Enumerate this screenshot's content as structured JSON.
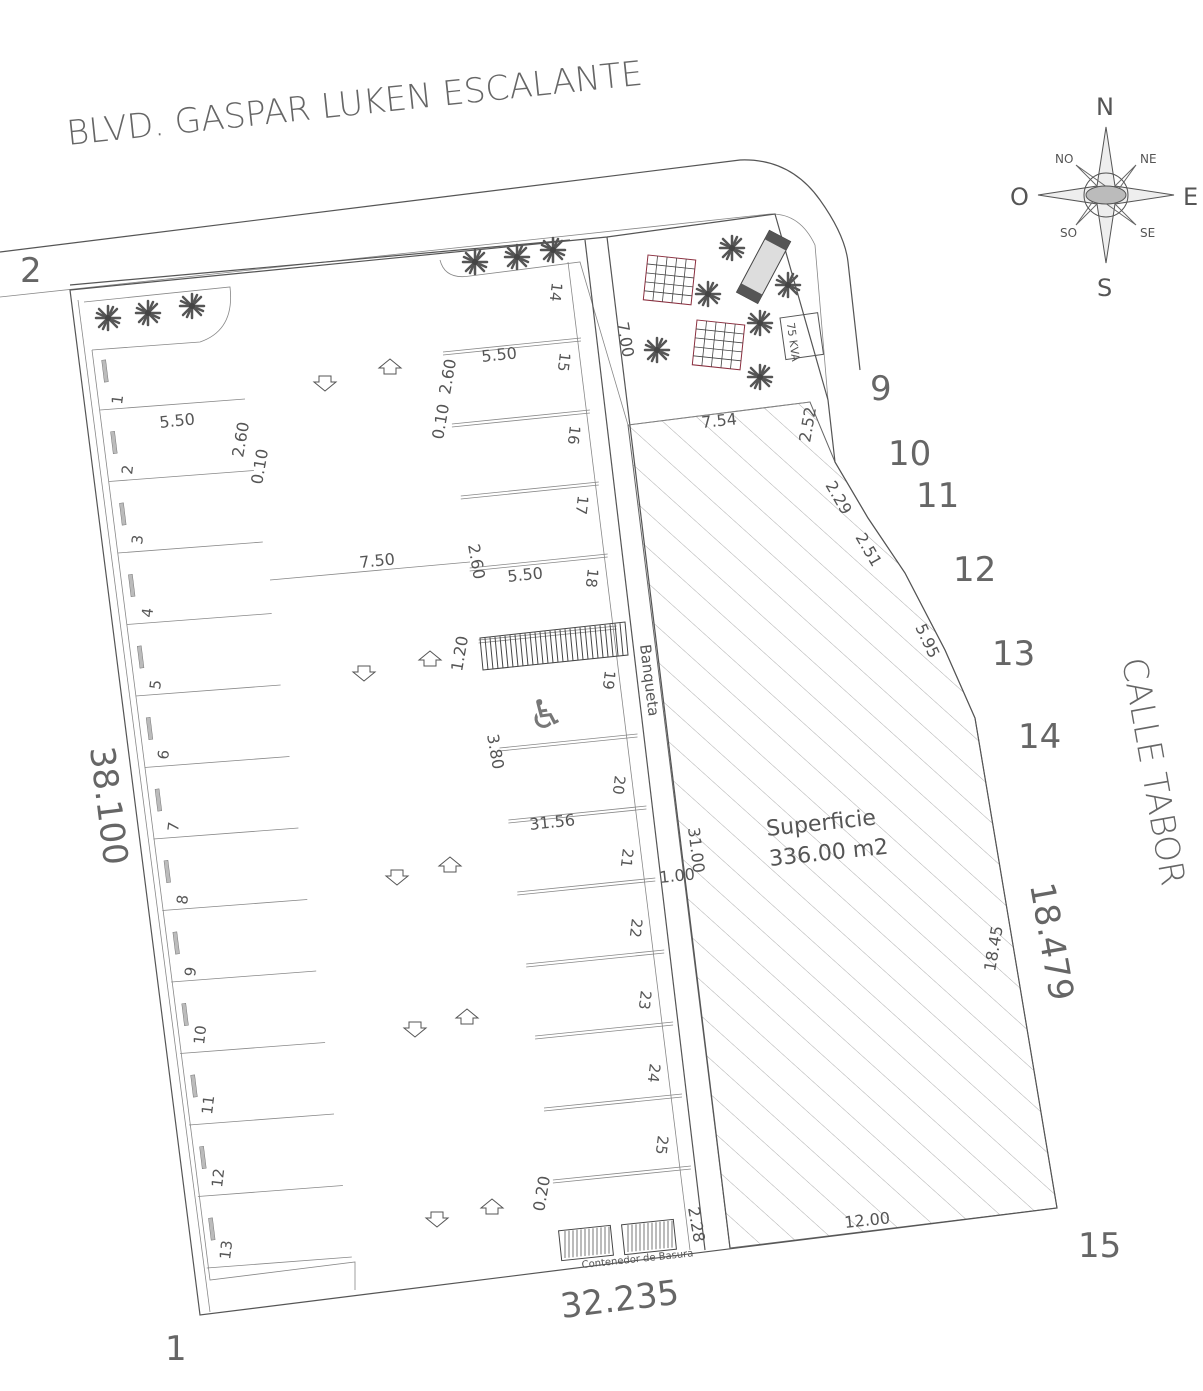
{
  "title": "BLVD. GASPAR LUKEN ESCALANTE",
  "street_east": "CALLE TABOR",
  "compass": {
    "n": "N",
    "s": "S",
    "e": "E",
    "w": "O",
    "ne": "NE",
    "no": "NO",
    "se": "SE",
    "so": "SO"
  },
  "vertices": {
    "v1": "1",
    "v2": "2",
    "v9": "9",
    "v10": "10",
    "v11": "11",
    "v12": "12",
    "v13": "13",
    "v14": "14",
    "v15": "15"
  },
  "boundary_dims": {
    "west": "38.100",
    "south": "32.235",
    "east": "18.479"
  },
  "dims": {
    "d_550a": "5.50",
    "d_260a": "2.60",
    "d_010a": "0.10",
    "d_550b": "5.50",
    "d_260b": "2.60",
    "d_010b": "0.10",
    "d_260c": "2.60",
    "d_550c": "5.50",
    "d_750": "7.50",
    "d_120": "1.20",
    "d_380": "3.80",
    "d_3156": "31.56",
    "d_100": "1.00",
    "d_3100": "31.00",
    "d_020": "0.20",
    "d_228": "2.28",
    "d_700": "7.00",
    "d_754": "7.54",
    "d_252": "2.52",
    "d_229": "2.29",
    "d_251": "2.51",
    "d_595": "5.95",
    "d_1845": "18.45",
    "d_1200": "12.00"
  },
  "stalls": [
    "1",
    "2",
    "3",
    "4",
    "5",
    "6",
    "7",
    "8",
    "9",
    "10",
    "11",
    "12",
    "13",
    "14",
    "15",
    "16",
    "17",
    "18",
    "19",
    "20",
    "21",
    "22",
    "23",
    "24",
    "25"
  ],
  "sidewalk_label": "Banqueta",
  "area": {
    "label": "Superficie",
    "value": "336.00 m2"
  },
  "transformer": "75 KVA",
  "trash_label": "Contenedor de Basura",
  "colors": {
    "lines": "#555555",
    "tile_grid": "#8b2f3f"
  }
}
